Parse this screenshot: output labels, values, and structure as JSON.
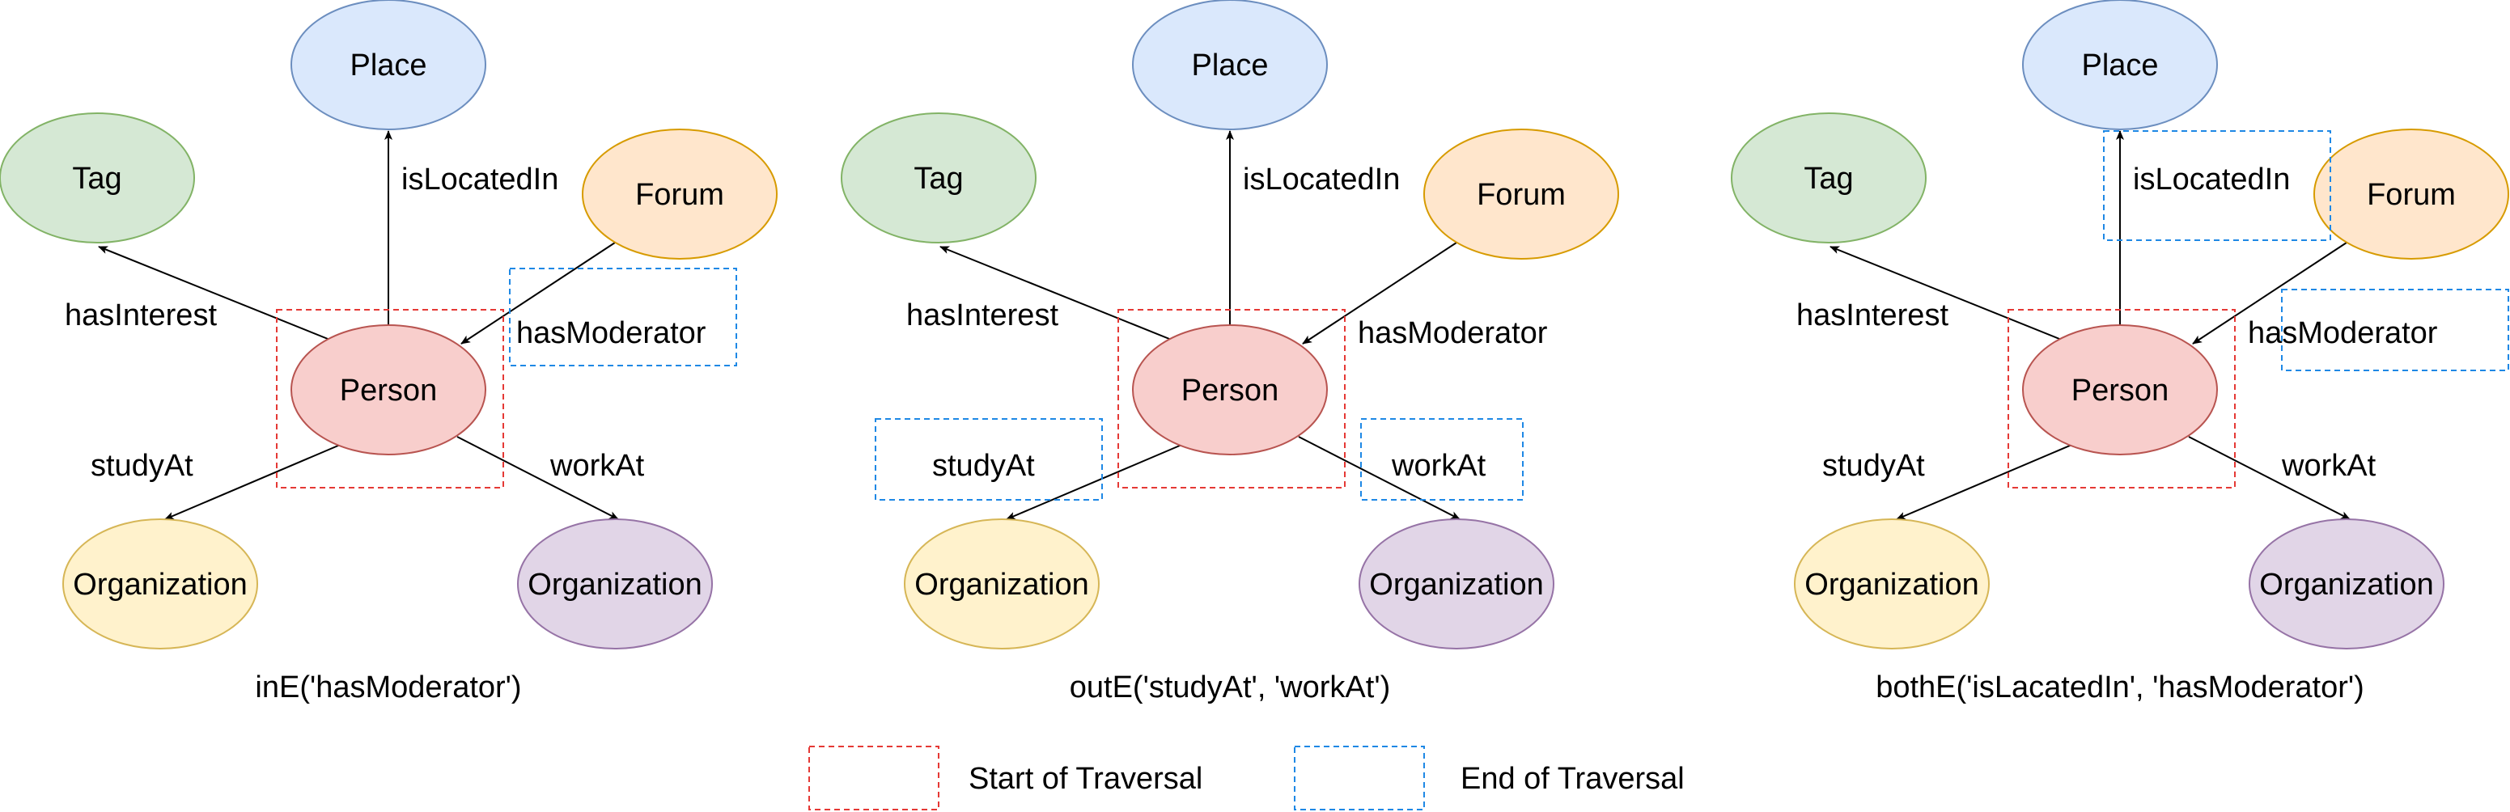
{
  "colors": {
    "tag_fill": "#d5e8d4",
    "tag_stroke": "#82b366",
    "place_fill": "#dae8fc",
    "place_stroke": "#6c8ebf",
    "forum_fill": "#ffe6cc",
    "forum_stroke": "#d79b00",
    "person_fill": "#f8cecc",
    "person_stroke": "#b85450",
    "org_study_fill": "#fff2cc",
    "org_study_stroke": "#d6b656",
    "org_work_fill": "#e1d5e7",
    "org_work_stroke": "#9673a6",
    "start_box": "#e53935",
    "end_box": "#1e88e5"
  },
  "diagrams": [
    {
      "id": "in",
      "nodes": {
        "tag": "Tag",
        "place": "Place",
        "forum": "Forum",
        "person": "Person",
        "org_study": "Organization",
        "org_work": "Organization"
      },
      "edges": {
        "hasInterest": "hasInterest",
        "isLocatedIn": "isLocatedIn",
        "hasModerator": "hasModerator",
        "studyAt": "studyAt",
        "workAt": "workAt"
      },
      "caption": "inE('hasModerator')"
    },
    {
      "id": "out",
      "nodes": {
        "tag": "Tag",
        "place": "Place",
        "forum": "Forum",
        "person": "Person",
        "org_study": "Organization",
        "org_work": "Organization"
      },
      "edges": {
        "hasInterest": "hasInterest",
        "isLocatedIn": "isLocatedIn",
        "hasModerator": "hasModerator",
        "studyAt": "studyAt",
        "workAt": "workAt"
      },
      "caption": "outE('studyAt', 'workAt')"
    },
    {
      "id": "both",
      "nodes": {
        "tag": "Tag",
        "place": "Place",
        "forum": "Forum",
        "person": "Person",
        "org_study": "Organization",
        "org_work": "Organization"
      },
      "edges": {
        "hasInterest": "hasInterest",
        "isLocatedIn": "isLocatedIn",
        "hasModerator": "hasModerator",
        "studyAt": "studyAt",
        "workAt": "workAt"
      },
      "caption": "bothE('isLacatedIn', 'hasModerator')"
    }
  ],
  "legend": {
    "start": "Start of Traversal",
    "end": "End of Traversal"
  }
}
